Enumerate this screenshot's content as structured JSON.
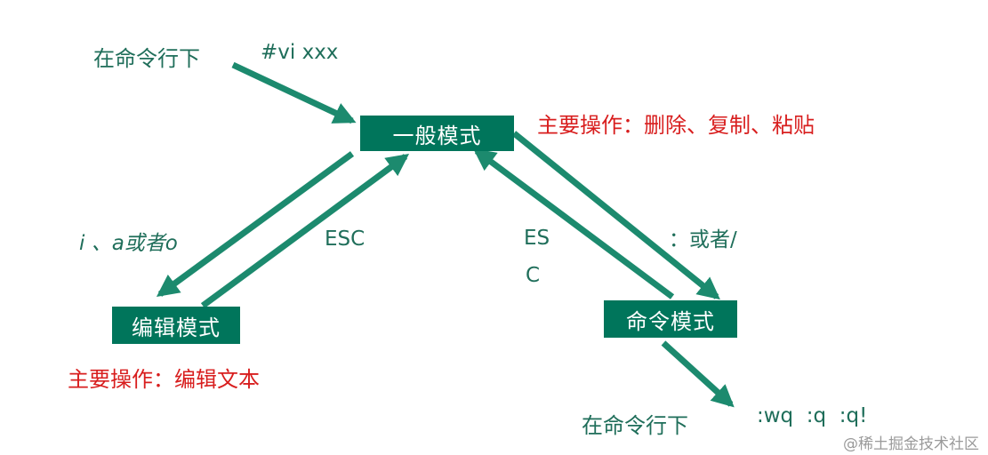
{
  "colors": {
    "box": "#00755b",
    "arrow": "#1c8a6e",
    "label": "#1f6e5a",
    "note": "#d81e1e"
  },
  "labels": {
    "cmdline_top": "在命令行下",
    "vi_command": "#vi xxx",
    "general_ops": "主要操作：删除、复制、粘贴",
    "to_edit_keys": "i 、a或者o",
    "esc_left": "ESC",
    "esc_right_line1": "ES",
    "esc_right_line2": "C",
    "to_command_keys": "：或者/",
    "edit_ops": "主要操作：编辑文本",
    "cmdline_bottom": "在命令行下",
    "quit_commands": ":wq  :q  :q!"
  },
  "nodes": {
    "general": "一般模式",
    "edit": "编辑模式",
    "command": "命令模式"
  },
  "watermark": "@稀土掘金技术社区"
}
